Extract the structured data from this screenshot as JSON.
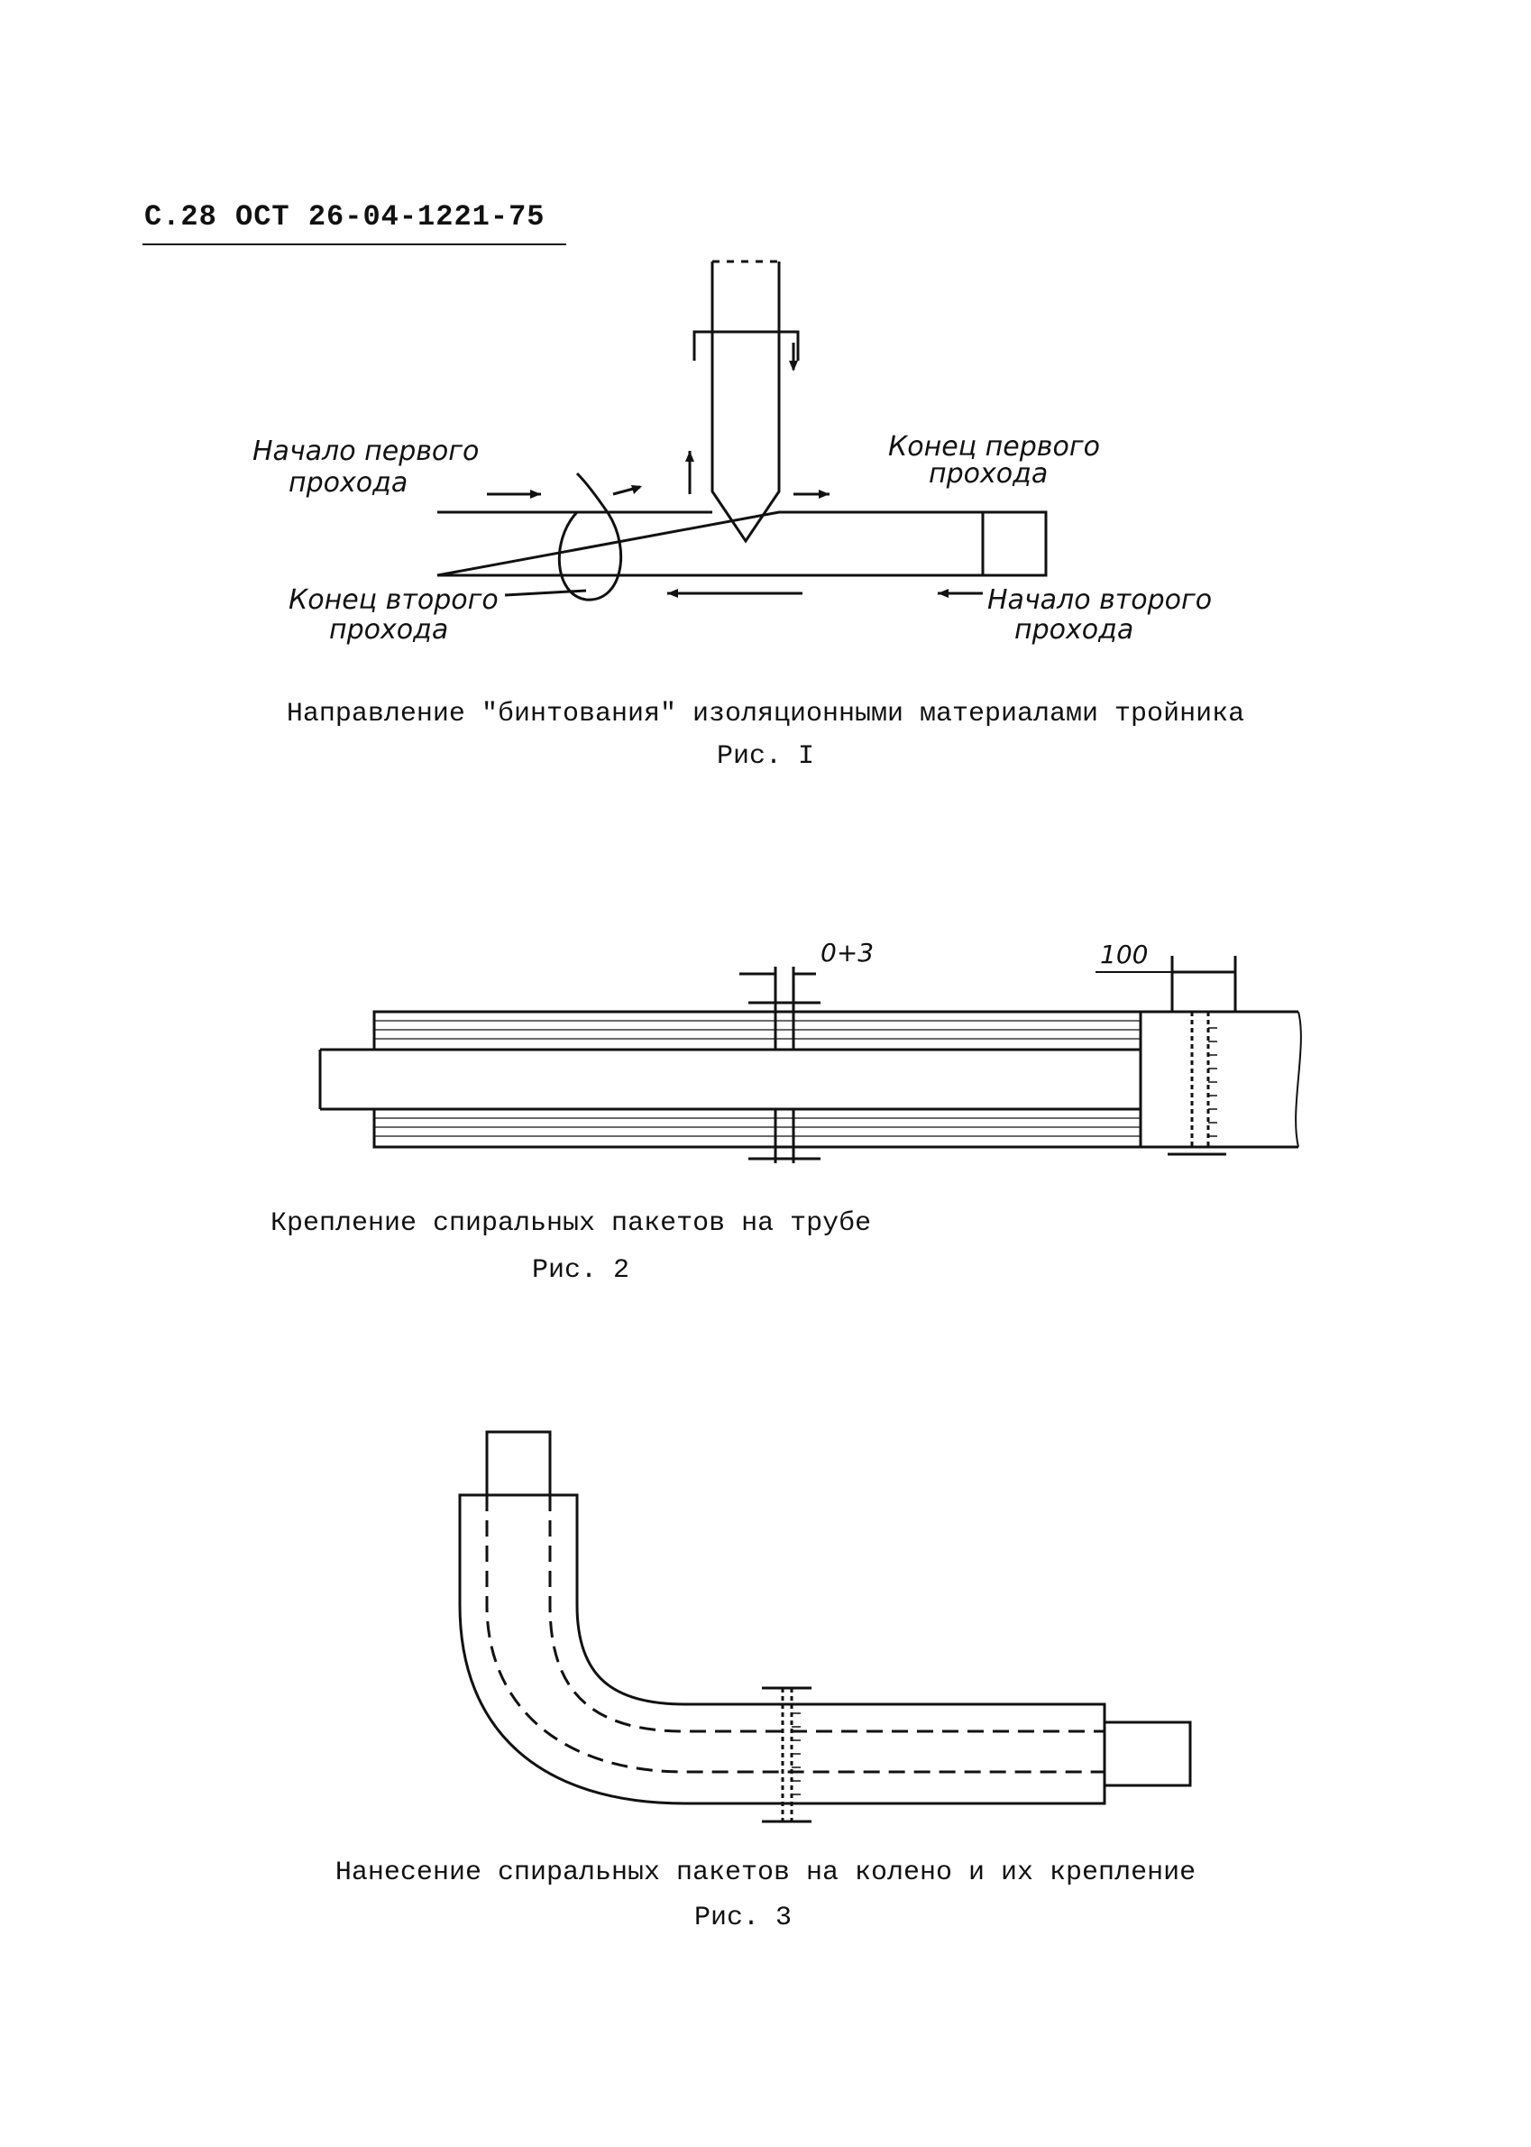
{
  "header": {
    "code": "С.28 ОСТ 26-04-1221-75"
  },
  "figure1": {
    "labels": {
      "start_first_l1": "Начало первого",
      "start_first_l2": "прохода",
      "end_first_l1": "Конец первого",
      "end_first_l2": "прохода",
      "end_second_l1": "Конец второго",
      "end_second_l2": "прохода",
      "start_second_l1": "Начало второго",
      "start_second_l2": "прохода"
    },
    "caption": "Направление \"бинтования\" изоляционными материалами тройника",
    "number": "Рис. I"
  },
  "figure2": {
    "dim_gap": "0+3",
    "dim_length": "100",
    "caption": "Крепление спиральных пакетов на трубе",
    "number": "Рис. 2"
  },
  "figure3": {
    "caption": "Нанесение спиральных пакетов на колено и их крепление",
    "number": "Рис. 3"
  }
}
